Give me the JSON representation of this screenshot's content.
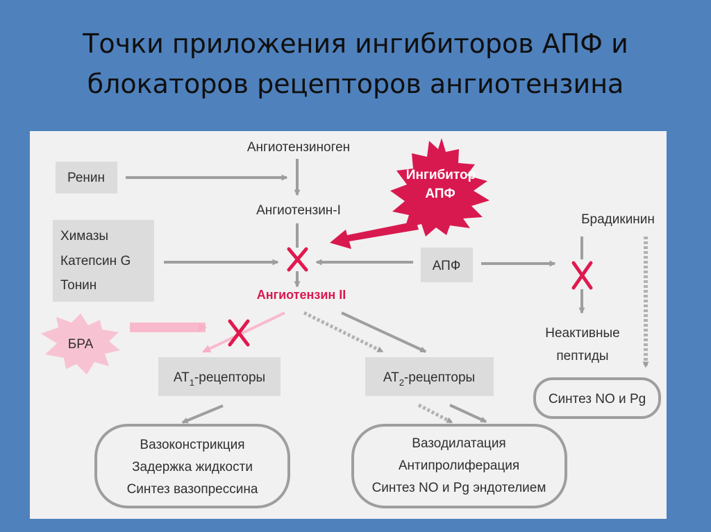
{
  "title": {
    "line1": "Точки приложения ингибиторов АПФ и",
    "line2": "блокаторов рецепторов ангиотензина"
  },
  "diagram": {
    "angiotensinogen": "Ангиотензиноген",
    "renin": "Ренин",
    "angiotensin_i": "Ангиотензин-I",
    "ace_inhibitor": {
      "line1": "Ингибитор",
      "line2": "АПФ"
    },
    "enzymes": [
      "Химазы",
      "Катепсин G",
      "Тонин"
    ],
    "ace": "АПФ",
    "bradykinin": "Брадикинин",
    "angiotensin_ii": "Ангиотензин II",
    "arb": "БРА",
    "at1": {
      "prefix": "AT",
      "sub": "1",
      "suffix": "-рецепторы"
    },
    "at2": {
      "prefix": "AT",
      "sub": "2",
      "suffix": "-рецепторы"
    },
    "inactive_peptides": {
      "line1": "Неактивные",
      "line2": "пептиды"
    },
    "no_pg_synthesis": "Синтез NO и Pg",
    "at1_effects": [
      "Вазоконстрикция",
      "Задержка жидкости",
      "Синтез вазопрессина"
    ],
    "at2_effects": [
      "Вазодилатация",
      "Антипролиферация",
      "Синтез NO и Pg эндотелием"
    ]
  },
  "colors": {
    "slide_background": "#4f81bd",
    "panel_background": "#f1f1f1",
    "box_fill": "#dcdcdc",
    "arrow_gray": "#9e9e9e",
    "block_mark": "#e0194f",
    "ace_inhibitor_star": "#d8194f",
    "arb_star": "#f7c3d2",
    "arb_arrow": "#f9b9cc",
    "angiotensin_ii_text": "#d8194f"
  }
}
